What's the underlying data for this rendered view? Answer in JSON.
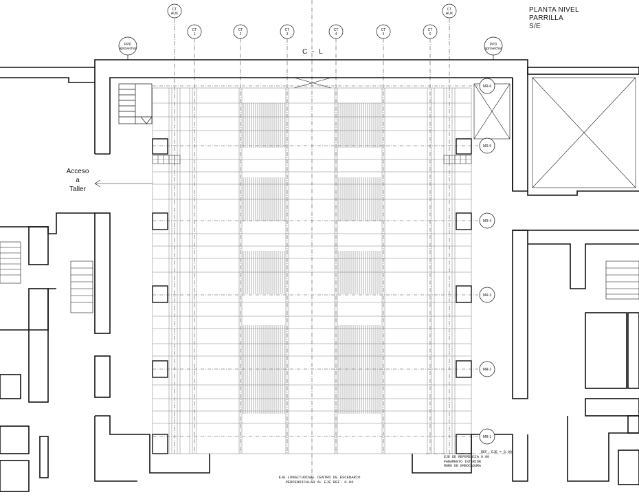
{
  "title": {
    "line1": "PLANTA NIVEL",
    "line2": "PARRILLA",
    "line3": "S/E"
  },
  "centerline_label": "C - L",
  "access": {
    "line1": "Acceso",
    "line2": "a",
    "line3": "Taller"
  },
  "top_markers": [
    {
      "line1": "CT",
      "line2": "AUX"
    },
    {
      "line1": "CT",
      "line2": "1"
    },
    {
      "line1": "CT",
      "line2": "2"
    },
    {
      "line1": "CT",
      "line2": "3"
    },
    {
      "line1": "CT",
      "line2": "4"
    },
    {
      "line1": "CT",
      "line2": "5"
    },
    {
      "line1": "CT",
      "line2": "6"
    },
    {
      "line1": "CT",
      "line2": "AUX"
    }
  ],
  "ppd_markers": [
    {
      "line1": "PPD",
      "line2": "aprovechar"
    },
    {
      "line1": "PPD",
      "line2": "aprovechar"
    }
  ],
  "mr_markers": [
    "MR-6",
    "MR-5",
    "MR-4",
    "MR-3",
    "MR-2",
    "MR-1"
  ],
  "bottom_note": {
    "line1": "EJE LONGITUDINAL CENTRO DE ESCENARIO",
    "line2": "PERPENDICULAR AL EJE REF. 0.00"
  },
  "ref_note": {
    "line1": "EJE DE REFERENCIA 0.00",
    "line2": "PARAMENTO INTERIOR",
    "line3": "MURO DE EMBOCADURA"
  },
  "ref_eje": "REF. EJE = 0.00",
  "colors": {
    "line": "#111111",
    "hatch": "#555555",
    "grid": "#777777"
  }
}
